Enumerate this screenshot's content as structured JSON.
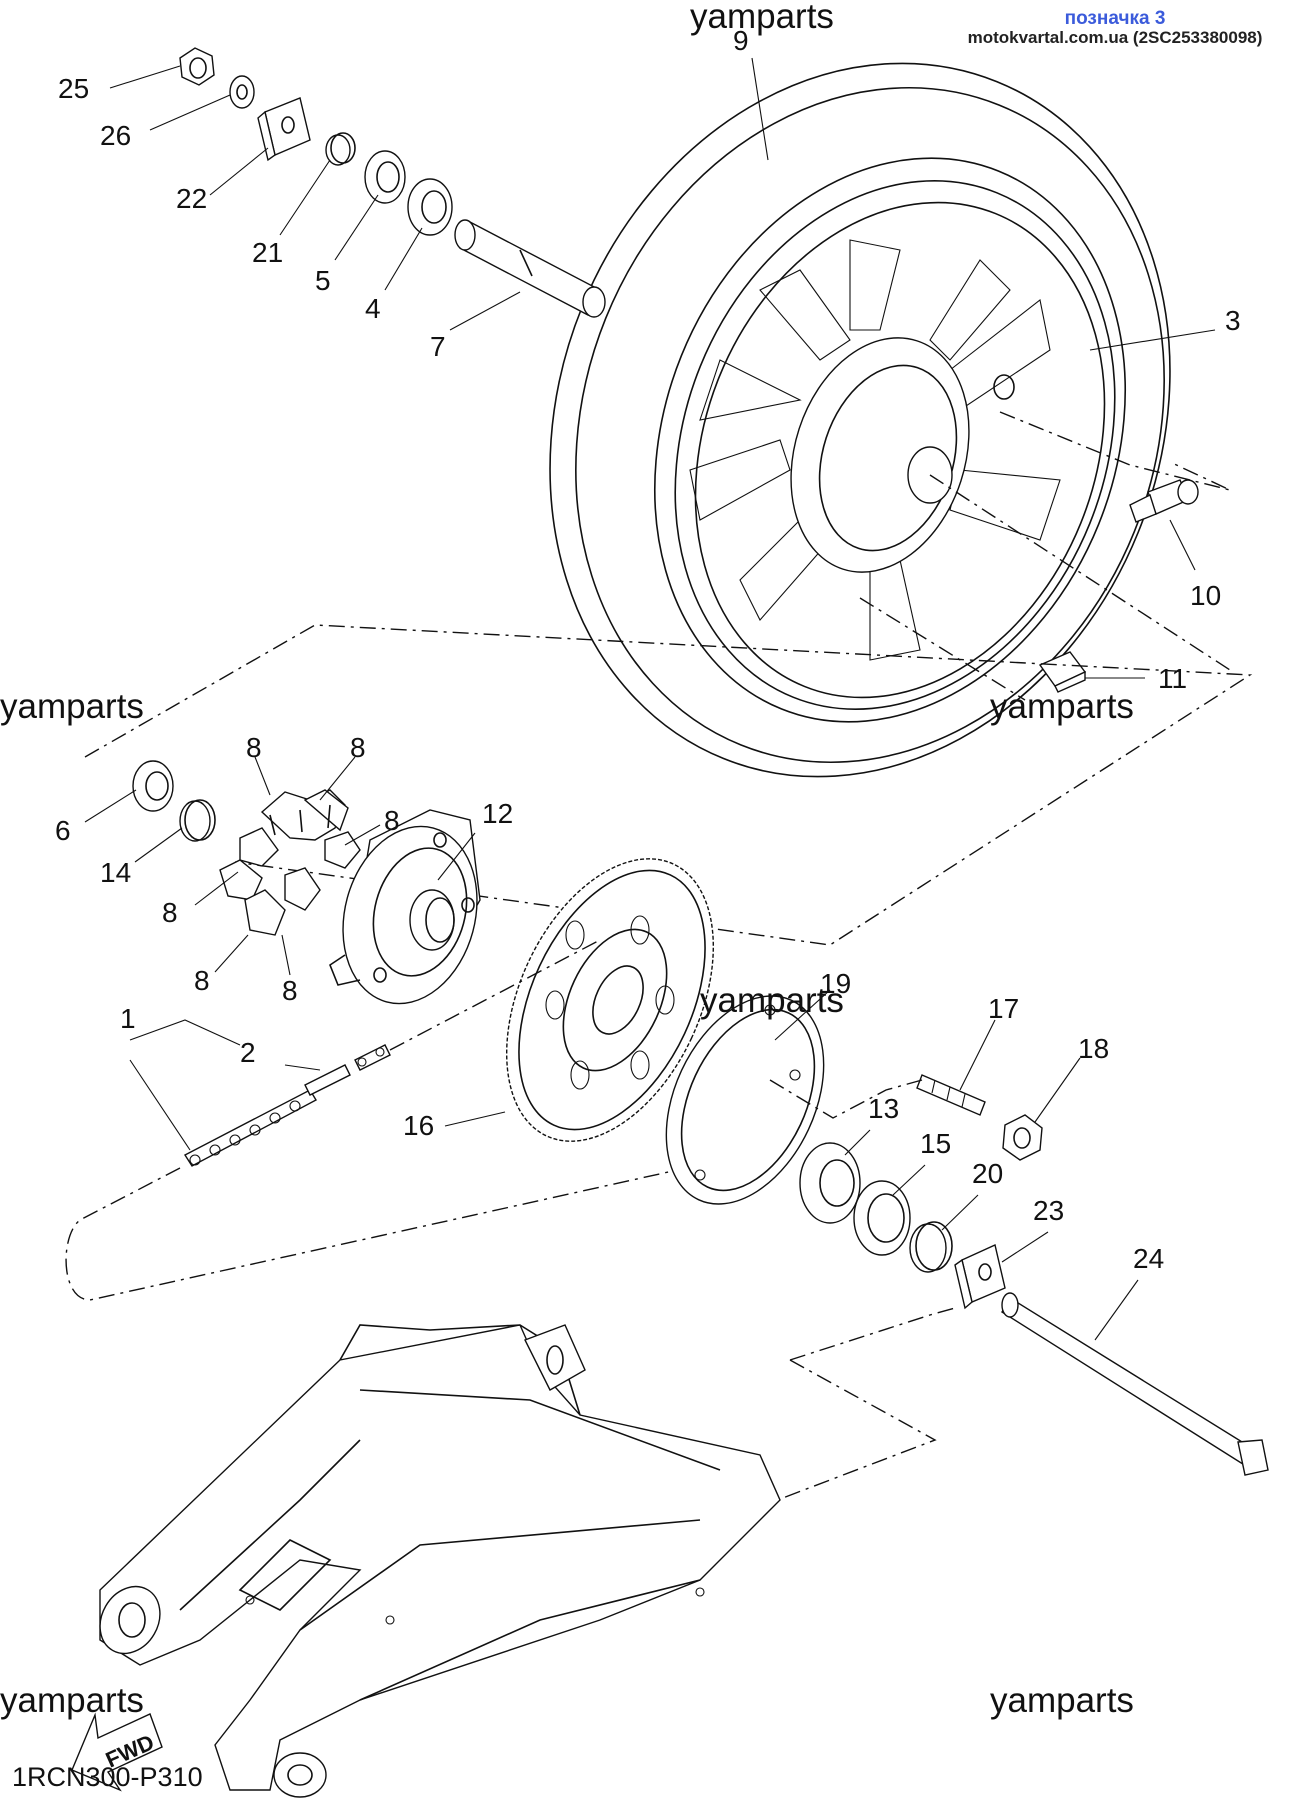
{
  "header": {
    "badge": "позначка 3",
    "source": "motokvartal.com.ua (2SC253380098)"
  },
  "watermark": "yamparts",
  "diagram_code": "1RCN300-P310",
  "direction_label": "FWD",
  "callouts": {
    "c1": "1",
    "c2": "2",
    "c3": "3",
    "c4": "4",
    "c5": "5",
    "c6": "6",
    "c7": "7",
    "c8a": "8",
    "c8b": "8",
    "c8c": "8",
    "c8d": "8",
    "c8e": "8",
    "c8f": "8",
    "c9": "9",
    "c10": "10",
    "c11": "11",
    "c12": "12",
    "c13": "13",
    "c14": "14",
    "c15": "15",
    "c16": "16",
    "c17": "17",
    "c18": "18",
    "c19": "19",
    "c20": "20",
    "c21": "21",
    "c22": "22",
    "c23": "23",
    "c24": "24",
    "c25": "25",
    "c26": "26"
  },
  "colors": {
    "line": "#111111",
    "badge": "#3b5bdb"
  },
  "icons": [
    "fwd-arrow-icon"
  ]
}
